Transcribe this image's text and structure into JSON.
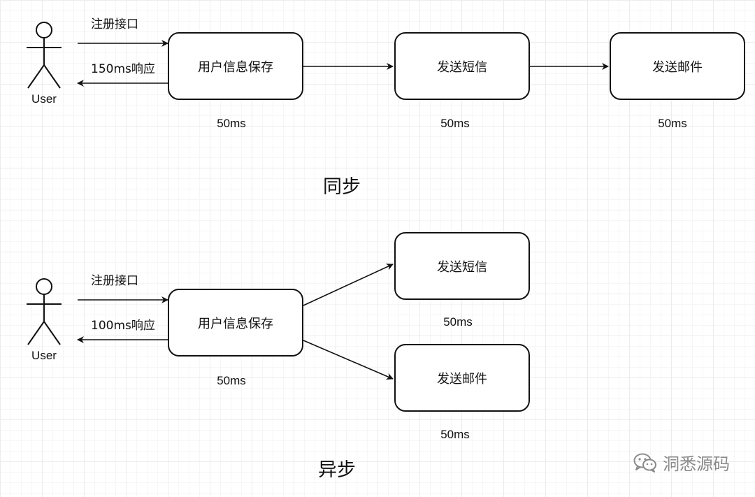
{
  "sync": {
    "title": "同步",
    "actor_label": "User",
    "request_label": "注册接口",
    "response_label": "150ms响应",
    "nodes": {
      "save": {
        "label": "用户信息保存",
        "timing": "50ms"
      },
      "sms": {
        "label": "发送短信",
        "timing": "50ms"
      },
      "email": {
        "label": "发送邮件",
        "timing": "50ms"
      }
    }
  },
  "async": {
    "title": "异步",
    "actor_label": "User",
    "request_label": "注册接口",
    "response_label": "100ms响应",
    "nodes": {
      "save": {
        "label": "用户信息保存",
        "timing": "50ms"
      },
      "sms": {
        "label": "发送短信",
        "timing": "50ms"
      },
      "email": {
        "label": "发送邮件",
        "timing": "50ms"
      }
    }
  },
  "watermark": {
    "icon": "wechat-icon",
    "text": "洞悉源码"
  },
  "colors": {
    "stroke": "#111111",
    "grid": "#ececec",
    "watermark": "#8a8a8a"
  }
}
